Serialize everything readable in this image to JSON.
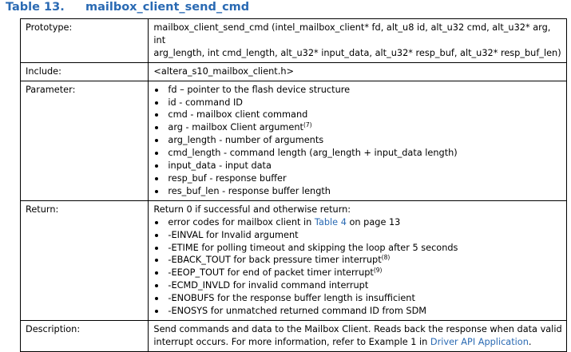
{
  "table": {
    "number": "Table 13.",
    "name": "mailbox_client_send_cmd"
  },
  "rows": {
    "prototype": {
      "label": "Prototype:",
      "line1": "mailbox_client_send_cmd (intel_mailbox_client* fd, alt_u8 id, alt_u32 cmd, alt_u32* arg, int",
      "line2": "arg_length, int cmd_length, alt_u32* input_data, alt_u32* resp_buf, alt_u32* resp_buf_len)"
    },
    "include": {
      "label": "Include:",
      "value": "<altera_s10_mailbox_client.h>"
    },
    "parameter": {
      "label": "Parameter:",
      "items": [
        {
          "text": "fd – pointer to the flash device structure"
        },
        {
          "text": "id - command ID"
        },
        {
          "text": "cmd - mailbox client command"
        },
        {
          "text": "arg - mailbox Client argument",
          "note": "(7)"
        },
        {
          "text": "arg_length - number of arguments"
        },
        {
          "text": "cmd_length - command length (arg_length + input_data length)"
        },
        {
          "text": "input_data - input data"
        },
        {
          "text": "resp_buf - response buffer"
        },
        {
          "text": "res_buf_len - response buffer length"
        }
      ]
    },
    "return": {
      "label": "Return:",
      "intro": "Return 0 if successful and otherwise return:",
      "item0_pre": "error codes for mailbox client in ",
      "item0_link": "Table 4",
      "item0_post": " on page 13",
      "items": [
        {
          "text": "-EINVAL for Invalid argument"
        },
        {
          "text": "-ETIME for polling timeout and skipping the loop after 5 seconds"
        },
        {
          "text": "-EBACK_TOUT for back pressure timer interrupt",
          "note": "(8)"
        },
        {
          "text": "-EEOP_TOUT for end of packet timer interrupt",
          "note": "(9)"
        },
        {
          "text": "-ECMD_INVLD for invalid command interrupt"
        },
        {
          "text": "-ENOBUFS for the response buffer length is insufficient"
        },
        {
          "text": "-ENOSYS for unmatched returned command ID from SDM"
        }
      ]
    },
    "description": {
      "label": "Description:",
      "line1": "Send commands and data to the Mailbox Client. Reads back the response when data valid",
      "line2_pre": "interrupt occurs. For more information, refer to Example 1 in ",
      "line2_link": "Driver API Application",
      "line2_post": "."
    }
  },
  "colors": {
    "accent": "#2a6ab3",
    "border": "#000000",
    "text": "#000000"
  }
}
